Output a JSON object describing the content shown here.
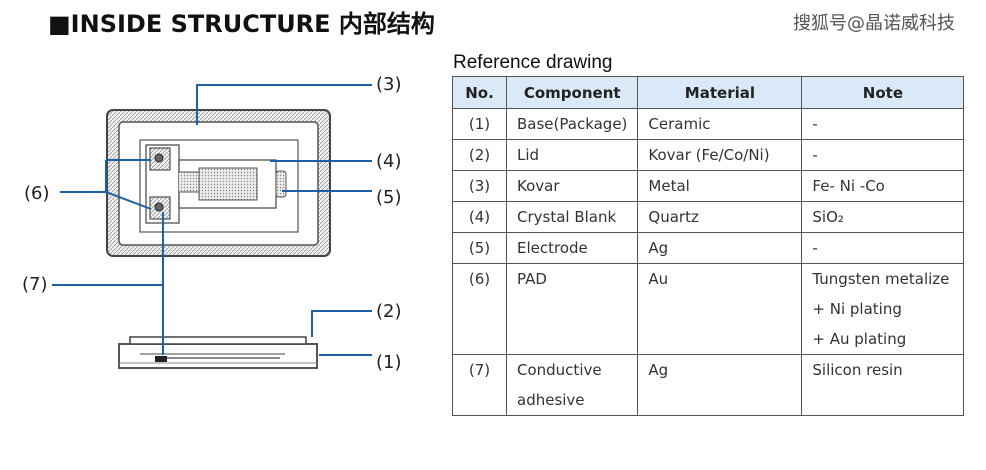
{
  "header": {
    "title": "■INSIDE STRUCTURE 内部结构",
    "watermark": "搜狐号@晶诺威科技"
  },
  "diagram": {
    "callouts": [
      "(1)",
      "(2)",
      "(3)",
      "(4)",
      "(5)",
      "(6)",
      "(7)"
    ]
  },
  "reference": {
    "caption": "Reference drawing",
    "columns": [
      "No.",
      "Component",
      "Material",
      "Note"
    ],
    "rows": [
      {
        "no": "(1)",
        "component": [
          "Base(Package)"
        ],
        "material": [
          "Ceramic"
        ],
        "note": [
          "-"
        ]
      },
      {
        "no": "(2)",
        "component": [
          "Lid"
        ],
        "material": [
          "Kovar (Fe/Co/Ni)"
        ],
        "note": [
          "-"
        ]
      },
      {
        "no": "(3)",
        "component": [
          "Kovar"
        ],
        "material": [
          "Metal"
        ],
        "note": [
          "Fe- Ni -Co"
        ]
      },
      {
        "no": "(4)",
        "component": [
          "Crystal Blank"
        ],
        "material": [
          "Quartz"
        ],
        "note": [
          "SiO₂"
        ]
      },
      {
        "no": "(5)",
        "component": [
          "Electrode"
        ],
        "material": [
          "Ag"
        ],
        "note": [
          "-"
        ]
      },
      {
        "no": "(6)",
        "component": [
          "PAD"
        ],
        "material": [
          "Au"
        ],
        "note": [
          "Tungsten metalize",
          "+ Ni plating",
          "+ Au plating"
        ]
      },
      {
        "no": "(7)",
        "component": [
          "Conductive",
          "adhesive"
        ],
        "material": [
          "Ag"
        ],
        "note": [
          "Silicon resin"
        ]
      }
    ]
  }
}
